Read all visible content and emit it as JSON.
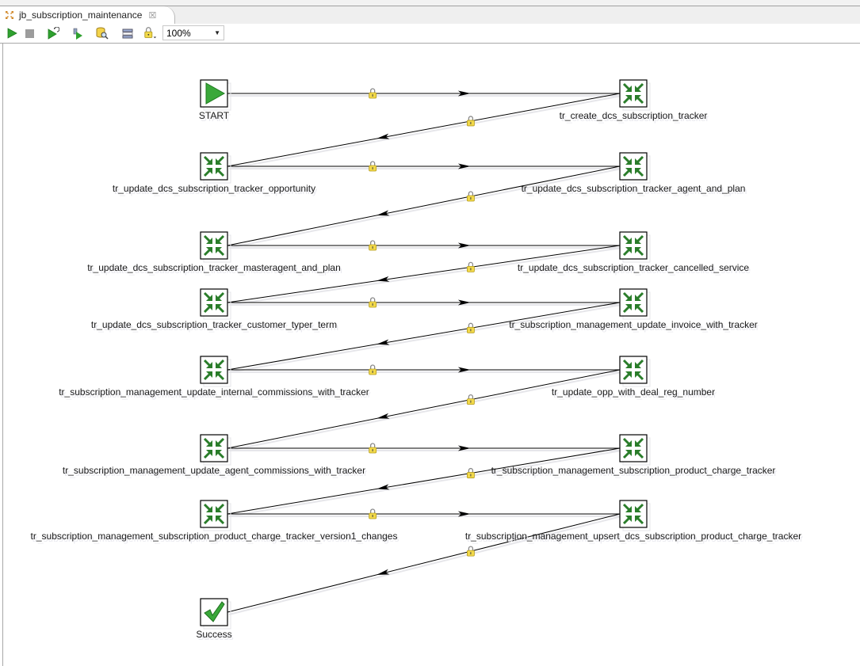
{
  "editor": {
    "tab_title": "jb_subscription_maintenance",
    "tab_icon": "job-icon",
    "close_icon": "close-icon"
  },
  "toolbar": {
    "buttons": [
      {
        "name": "run-button",
        "icon": "play-icon"
      },
      {
        "name": "stop-button",
        "icon": "stop-icon"
      },
      {
        "name": "replay-button",
        "icon": "replay-icon"
      },
      {
        "name": "debug-button",
        "icon": "debug-icon"
      },
      {
        "name": "analyze-button",
        "icon": "database-search-icon"
      },
      {
        "name": "layout-button",
        "icon": "layout-icon"
      },
      {
        "name": "lock-button",
        "icon": "lock-icon"
      }
    ],
    "zoom_value": "100%"
  },
  "diagram": {
    "nodes": [
      {
        "id": "n0",
        "label": "START",
        "type": "start",
        "col": "left",
        "row": 0
      },
      {
        "id": "n1",
        "label": "tr_create_dcs_subscription_tracker",
        "type": "transformation",
        "col": "right",
        "row": 0
      },
      {
        "id": "n2",
        "label": "tr_update_dcs_subscription_tracker_opportunity",
        "type": "transformation",
        "col": "left",
        "row": 1
      },
      {
        "id": "n3",
        "label": "tr_update_dcs_subscription_tracker_agent_and_plan",
        "type": "transformation",
        "col": "right",
        "row": 1
      },
      {
        "id": "n4",
        "label": "tr_update_dcs_subscription_tracker_masteragent_and_plan",
        "type": "transformation",
        "col": "left",
        "row": 2
      },
      {
        "id": "n5",
        "label": "tr_update_dcs_subscription_tracker_cancelled_service",
        "type": "transformation",
        "col": "right",
        "row": 2
      },
      {
        "id": "n6",
        "label": "tr_update_dcs_subscription_tracker_customer_typer_term",
        "type": "transformation",
        "col": "left",
        "row": 3
      },
      {
        "id": "n7",
        "label": "tr_subscription_management_update_invoice_with_tracker",
        "type": "transformation",
        "col": "right",
        "row": 3
      },
      {
        "id": "n8",
        "label": "tr_subscription_management_update_internal_commissions_with_tracker",
        "type": "transformation",
        "col": "left",
        "row": 4
      },
      {
        "id": "n9",
        "label": "tr_update_opp_with_deal_reg_number",
        "type": "transformation",
        "col": "right",
        "row": 4
      },
      {
        "id": "n10",
        "label": "tr_subscription_management_update_agent_commissions_with_tracker",
        "type": "transformation",
        "col": "left",
        "row": 5
      },
      {
        "id": "n11",
        "label": "tr_subscription_management_subscription_product_charge_tracker",
        "type": "transformation",
        "col": "right",
        "row": 5
      },
      {
        "id": "n12",
        "label": "tr_subscription_management_subscription_product_charge_tracker_version1_changes",
        "type": "transformation",
        "col": "left",
        "row": 6
      },
      {
        "id": "n13",
        "label": "tr_subscription_management_upsert_dcs_subscription_product_charge_tracker",
        "type": "transformation",
        "col": "right",
        "row": 6
      },
      {
        "id": "n14",
        "label": "Success",
        "type": "success",
        "col": "left",
        "row": 7
      }
    ],
    "hops": [
      {
        "from": "n0",
        "to": "n1",
        "condition": "unconditional"
      },
      {
        "from": "n1",
        "to": "n2",
        "condition": "unconditional"
      },
      {
        "from": "n2",
        "to": "n3",
        "condition": "unconditional"
      },
      {
        "from": "n3",
        "to": "n4",
        "condition": "unconditional"
      },
      {
        "from": "n4",
        "to": "n5",
        "condition": "unconditional"
      },
      {
        "from": "n5",
        "to": "n6",
        "condition": "unconditional"
      },
      {
        "from": "n6",
        "to": "n7",
        "condition": "unconditional"
      },
      {
        "from": "n7",
        "to": "n8",
        "condition": "unconditional"
      },
      {
        "from": "n8",
        "to": "n9",
        "condition": "unconditional"
      },
      {
        "from": "n9",
        "to": "n10",
        "condition": "unconditional"
      },
      {
        "from": "n10",
        "to": "n11",
        "condition": "unconditional"
      },
      {
        "from": "n11",
        "to": "n12",
        "condition": "unconditional"
      },
      {
        "from": "n12",
        "to": "n13",
        "condition": "unconditional"
      },
      {
        "from": "n13",
        "to": "n14",
        "condition": "unconditional"
      }
    ],
    "colors": {
      "node_green": "#2a7d2a",
      "start_green": "#3aa83a",
      "lock_yellow": "#f2d94a",
      "hop_line": "#000000"
    }
  }
}
